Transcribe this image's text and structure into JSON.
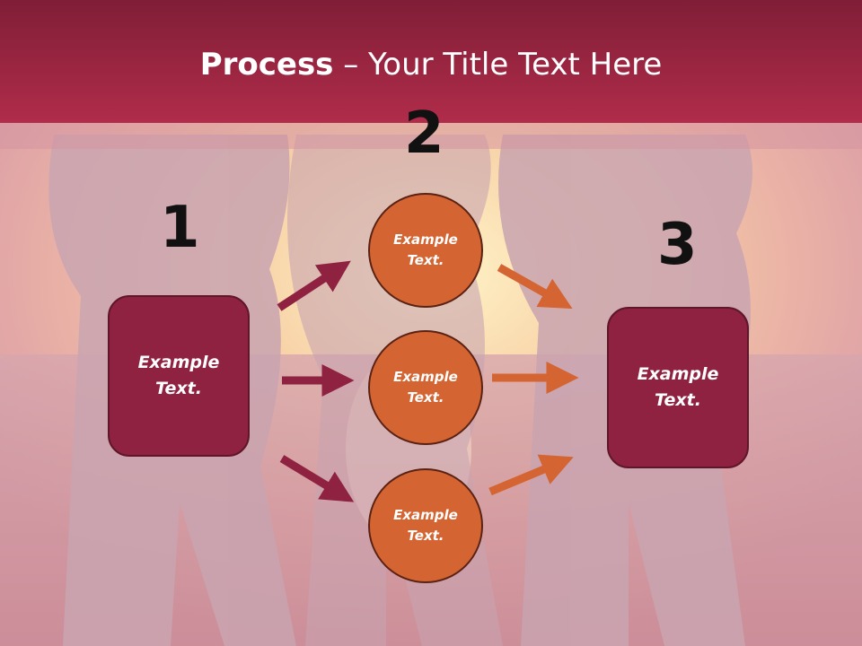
{
  "title": {
    "bold": "Process",
    "rest": " – Your Title Text Here"
  },
  "steps": [
    {
      "number": "1",
      "label_line1": "Example",
      "label_line2": "Text."
    },
    {
      "number": "2",
      "circles": [
        {
          "label_line1": "Example",
          "label_line2": "Text."
        },
        {
          "label_line1": "Example",
          "label_line2": "Text."
        },
        {
          "label_line1": "Example",
          "label_line2": "Text."
        }
      ]
    },
    {
      "number": "3",
      "label_line1": "Example",
      "label_line2": "Text."
    }
  ],
  "colors": {
    "title_band": "#9e2a47",
    "box_fill": "#8e2240",
    "circle_fill": "#d46431",
    "arrow_left": "#8e2240",
    "arrow_right": "#d46431",
    "number_text": "#111111"
  }
}
